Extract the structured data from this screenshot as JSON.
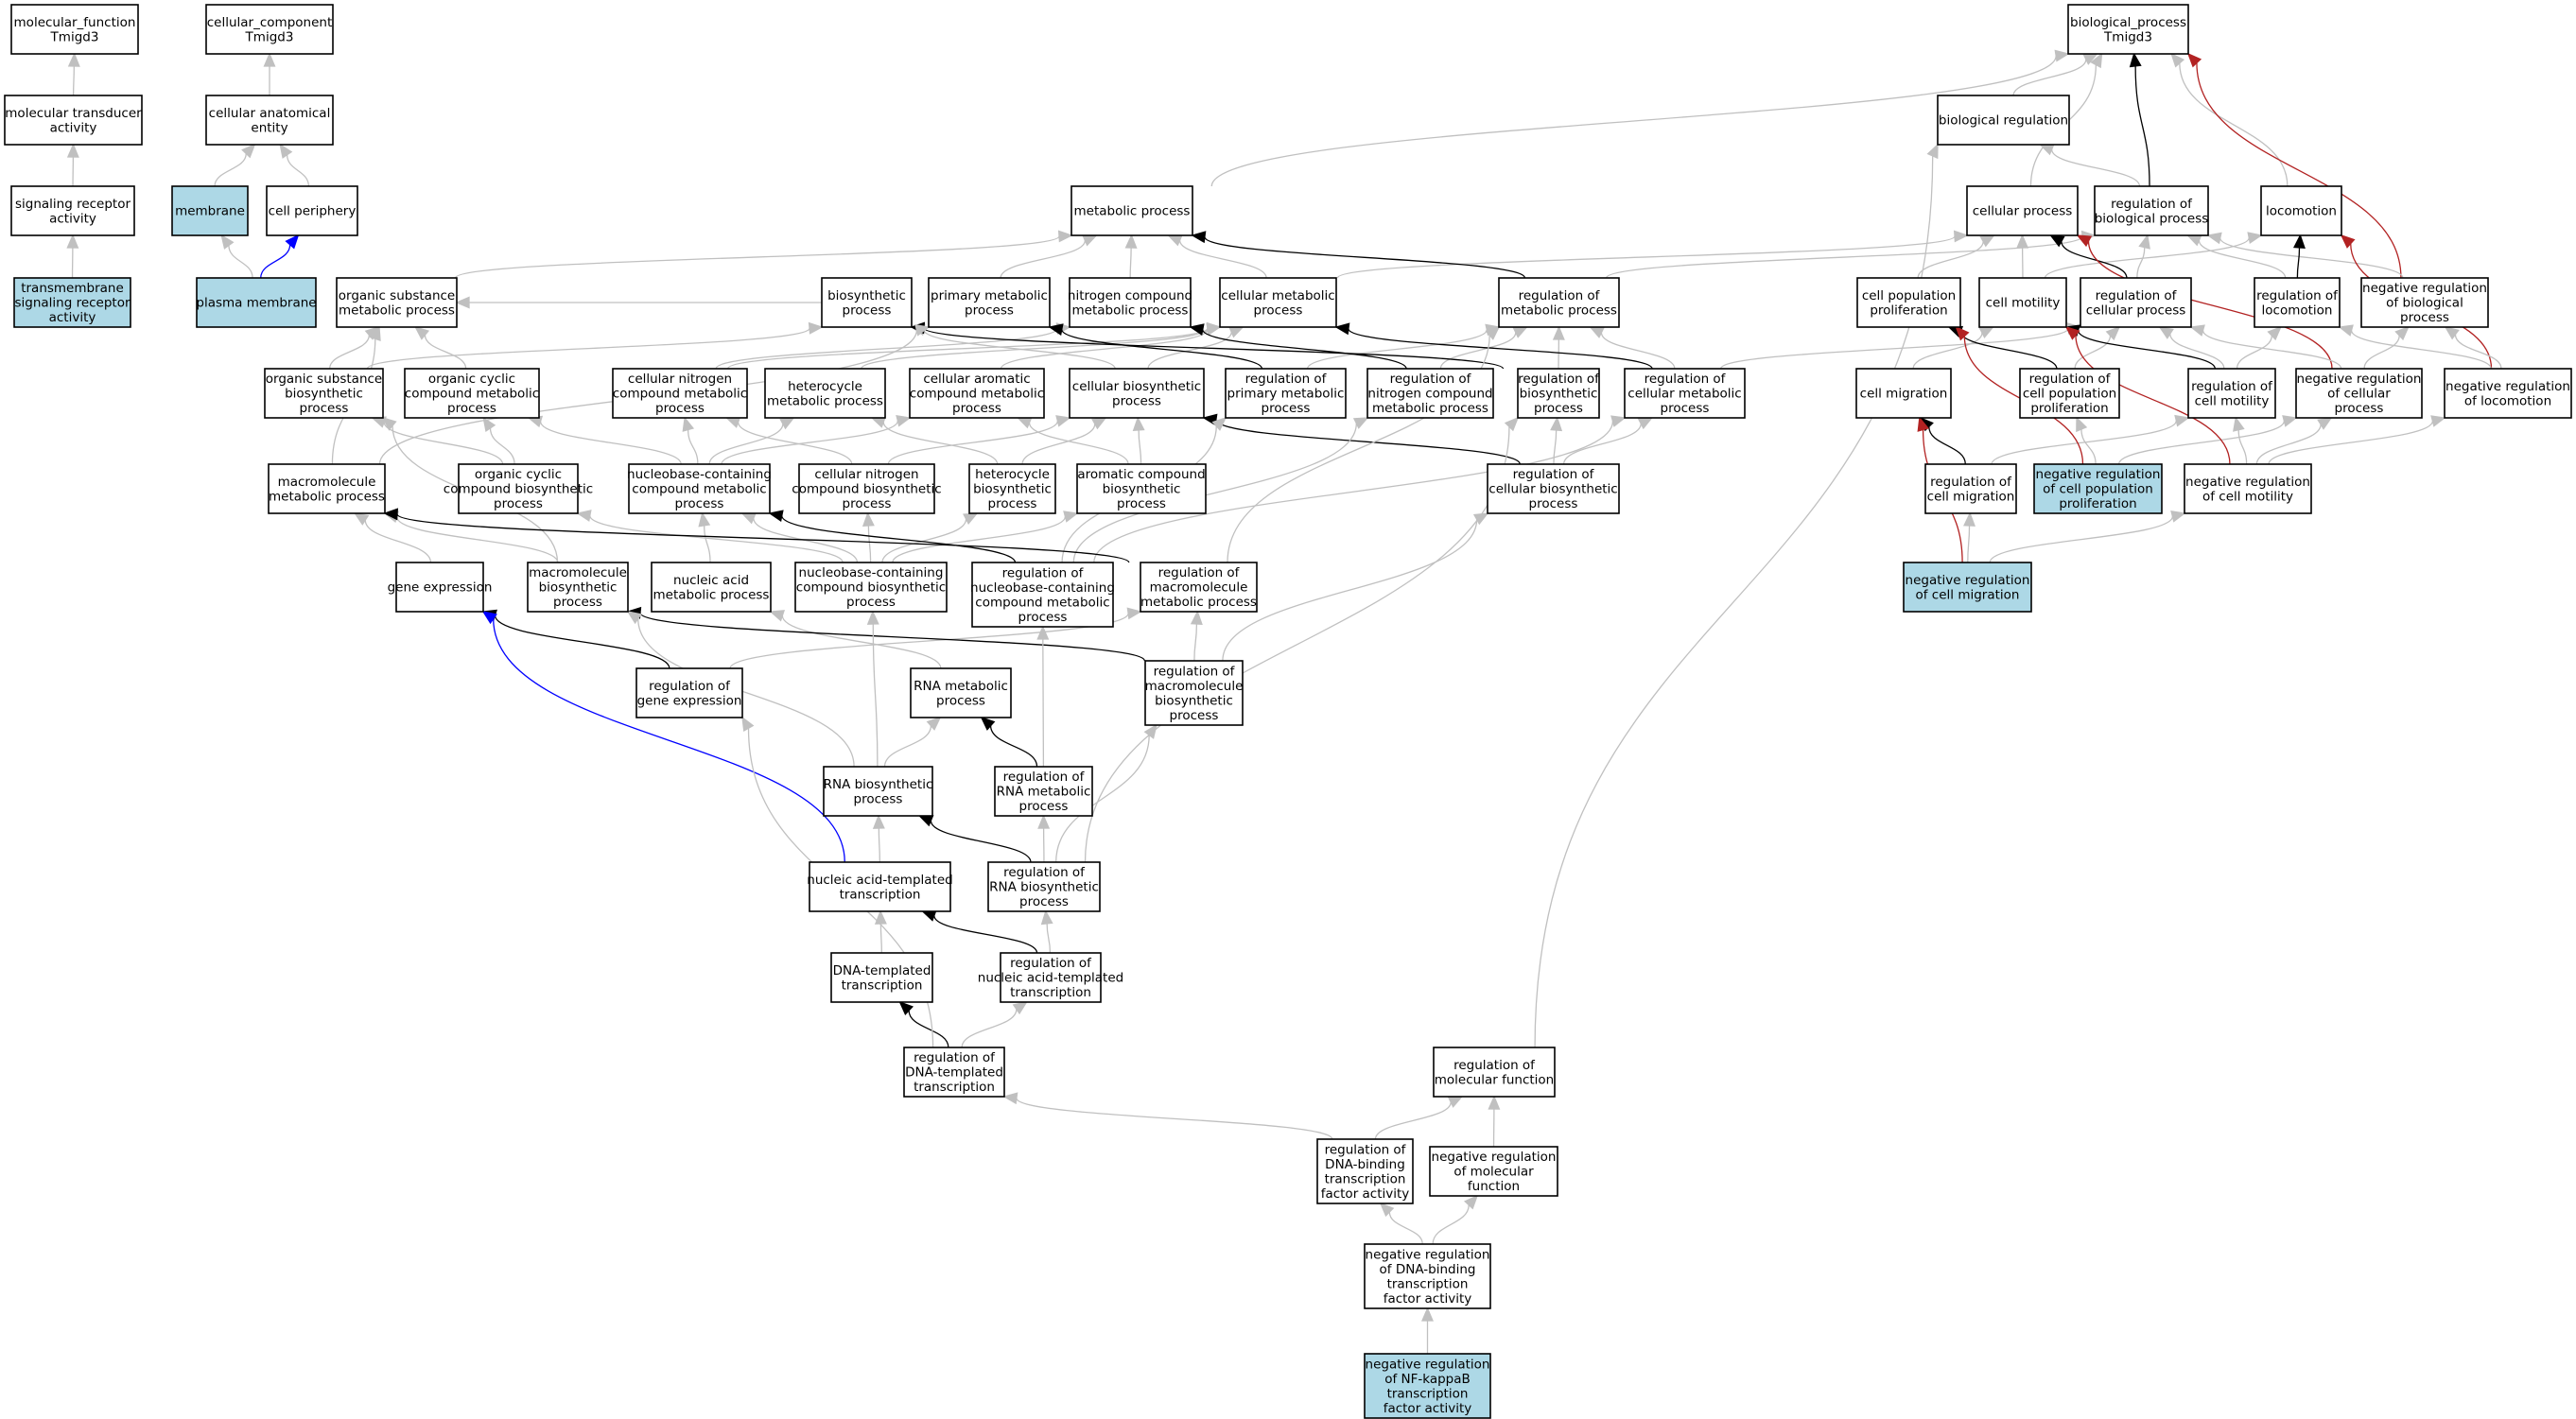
{
  "colors": {
    "highlight_fill": "#add8e6",
    "normal_fill": "#ffffff",
    "is_a_edge": "#c0c0c0",
    "regulates_edge": "#000000",
    "negatively_regulates_edge": "#b22222",
    "part_of_edge": "#0000ff"
  },
  "nodes": {
    "mf_root": [
      "molecular_function",
      "Tmigd3"
    ],
    "cc_root": [
      "cellular_component",
      "Tmigd3"
    ],
    "bp_root": [
      "biological_process",
      "Tmigd3"
    ],
    "mol_transducer": [
      "molecular transducer",
      "activity"
    ],
    "sig_receptor": [
      "signaling receptor",
      "activity"
    ],
    "tm_sig_receptor": [
      "transmembrane",
      "signaling receptor",
      "activity"
    ],
    "cell_anat_entity": [
      "cellular anatomical",
      "entity"
    ],
    "membrane": [
      "membrane"
    ],
    "cell_periphery": [
      "cell periphery"
    ],
    "plasma_membrane": [
      "plasma membrane"
    ],
    "bio_reg": [
      "biological regulation"
    ],
    "metabolic_process": [
      "metabolic process"
    ],
    "cellular_process": [
      "cellular process"
    ],
    "reg_bio_process": [
      "regulation of",
      "biological process"
    ],
    "locomotion": [
      "locomotion"
    ],
    "org_subst_met": [
      "organic substance",
      "metabolic process"
    ],
    "biosynthetic": [
      "biosynthetic",
      "process"
    ],
    "primary_met": [
      "primary metabolic",
      "process"
    ],
    "nitrogen_comp_met": [
      "nitrogen compound",
      "metabolic process"
    ],
    "cellular_met": [
      "cellular metabolic",
      "process"
    ],
    "reg_met": [
      "regulation of",
      "metabolic process"
    ],
    "cell_pop_prolif": [
      "cell population",
      "proliferation"
    ],
    "cell_motility": [
      "cell motility"
    ],
    "reg_cell_process": [
      "regulation of",
      "cellular process"
    ],
    "reg_locomotion": [
      "regulation of",
      "locomotion"
    ],
    "neg_reg_bio_process": [
      "negative regulation",
      "of biological",
      "process"
    ],
    "org_subst_biosyn": [
      "organic substance",
      "biosynthetic",
      "process"
    ],
    "org_cyclic_met": [
      "organic cyclic",
      "compound metabolic",
      "process"
    ],
    "cell_nitrogen_met": [
      "cellular nitrogen",
      "compound metabolic",
      "process"
    ],
    "heterocycle_met": [
      "heterocycle",
      "metabolic process"
    ],
    "cell_aromatic_met": [
      "cellular aromatic",
      "compound metabolic",
      "process"
    ],
    "cell_biosyn": [
      "cellular biosynthetic",
      "process"
    ],
    "reg_primary_met": [
      "regulation of",
      "primary metabolic",
      "process"
    ],
    "reg_nitrogen_met": [
      "regulation of",
      "nitrogen compound",
      "metabolic process"
    ],
    "reg_biosyn": [
      "regulation of",
      "biosynthetic",
      "process"
    ],
    "reg_cell_met": [
      "regulation of",
      "cellular metabolic",
      "process"
    ],
    "cell_migration": [
      "cell migration"
    ],
    "reg_cell_pop_prolif": [
      "regulation of",
      "cell population",
      "proliferation"
    ],
    "reg_cell_motility": [
      "regulation of",
      "cell motility"
    ],
    "neg_reg_cell_process": [
      "negative regulation",
      "of cellular",
      "process"
    ],
    "neg_reg_locomotion": [
      "negative regulation",
      "of locomotion"
    ],
    "macromol_met": [
      "macromolecule",
      "metabolic process"
    ],
    "org_cyclic_biosyn": [
      "organic cyclic",
      "compound biosynthetic",
      "process"
    ],
    "nucleobase_met": [
      "nucleobase-containing",
      "compound metabolic",
      "process"
    ],
    "cell_nitrogen_biosyn": [
      "cellular nitrogen",
      "compound biosynthetic",
      "process"
    ],
    "heterocycle_biosyn": [
      "heterocycle",
      "biosynthetic",
      "process"
    ],
    "aromatic_biosyn": [
      "aromatic compound",
      "biosynthetic",
      "process"
    ],
    "reg_cell_biosyn": [
      "regulation of",
      "cellular biosynthetic",
      "process"
    ],
    "reg_cell_migration": [
      "regulation of",
      "cell migration"
    ],
    "neg_reg_cell_pop_prolif": [
      "negative regulation",
      "of cell population",
      "proliferation"
    ],
    "neg_reg_cell_motility": [
      "negative regulation",
      "of cell motility"
    ],
    "gene_expression": [
      "gene expression"
    ],
    "macromol_biosyn": [
      "macromolecule",
      "biosynthetic",
      "process"
    ],
    "nucleic_acid_met": [
      "nucleic acid",
      "metabolic process"
    ],
    "nucleobase_biosyn": [
      "nucleobase-containing",
      "compound biosynthetic",
      "process"
    ],
    "reg_nucleobase_met": [
      "regulation of",
      "nucleobase-containing",
      "compound metabolic",
      "process"
    ],
    "reg_macromol_met": [
      "regulation of",
      "macromolecule",
      "metabolic process"
    ],
    "neg_reg_cell_migration": [
      "negative regulation",
      "of cell migration"
    ],
    "reg_gene_expression": [
      "regulation of",
      "gene expression"
    ],
    "rna_met": [
      "RNA metabolic",
      "process"
    ],
    "reg_macromol_biosyn": [
      "regulation of",
      "macromolecule",
      "biosynthetic",
      "process"
    ],
    "rna_biosyn": [
      "RNA biosynthetic",
      "process"
    ],
    "reg_rna_met": [
      "regulation of",
      "RNA metabolic",
      "process"
    ],
    "na_templated_tx": [
      "nucleic acid-templated",
      "transcription"
    ],
    "reg_rna_biosyn": [
      "regulation of",
      "RNA biosynthetic",
      "process"
    ],
    "dna_templated_tx": [
      "DNA-templated",
      "transcription"
    ],
    "reg_na_templated_tx": [
      "regulation of",
      "nucleic acid-templated",
      "transcription"
    ],
    "reg_dna_templated_tx": [
      "regulation of",
      "DNA-templated",
      "transcription"
    ],
    "reg_mol_function": [
      "regulation of",
      "molecular function"
    ],
    "reg_dna_binding_tf": [
      "regulation of",
      "DNA-binding",
      "transcription",
      "factor activity"
    ],
    "neg_reg_mol_function": [
      "negative regulation",
      "of molecular",
      "function"
    ],
    "neg_reg_dna_binding_tf": [
      "negative regulation",
      "of DNA-binding",
      "transcription",
      "factor activity"
    ],
    "neg_reg_nfkb_tf": [
      "negative regulation",
      "of NF-kappaB",
      "transcription",
      "factor activity"
    ]
  },
  "highlighted": [
    "tm_sig_receptor",
    "membrane",
    "plasma_membrane",
    "neg_reg_cell_pop_prolif",
    "neg_reg_cell_migration",
    "neg_reg_nfkb_tf"
  ],
  "edges": [
    [
      "mol_transducer",
      "mf_root",
      "is_a"
    ],
    [
      "sig_receptor",
      "mol_transducer",
      "is_a"
    ],
    [
      "tm_sig_receptor",
      "sig_receptor",
      "is_a"
    ],
    [
      "cell_anat_entity",
      "cc_root",
      "is_a"
    ],
    [
      "membrane",
      "cell_anat_entity",
      "is_a"
    ],
    [
      "cell_periphery",
      "cell_anat_entity",
      "is_a"
    ],
    [
      "plasma_membrane",
      "membrane",
      "is_a"
    ],
    [
      "plasma_membrane",
      "cell_periphery",
      "part_of"
    ],
    [
      "bio_reg",
      "bp_root",
      "is_a"
    ],
    [
      "metabolic_process",
      "bp_root",
      "is_a"
    ],
    [
      "cellular_process",
      "bp_root",
      "is_a"
    ],
    [
      "reg_bio_process",
      "bp_root",
      "regulates"
    ],
    [
      "reg_bio_process",
      "bio_reg",
      "is_a"
    ],
    [
      "locomotion",
      "bp_root",
      "is_a"
    ],
    [
      "neg_reg_bio_process",
      "bp_root",
      "negatively_regulates"
    ],
    [
      "neg_reg_bio_process",
      "reg_bio_process",
      "is_a"
    ],
    [
      "org_subst_met",
      "metabolic_process",
      "is_a"
    ],
    [
      "primary_met",
      "metabolic_process",
      "is_a"
    ],
    [
      "nitrogen_comp_met",
      "metabolic_process",
      "is_a"
    ],
    [
      "cellular_met",
      "metabolic_process",
      "is_a"
    ],
    [
      "cellular_met",
      "cellular_process",
      "is_a"
    ],
    [
      "reg_met",
      "metabolic_process",
      "regulates"
    ],
    [
      "reg_met",
      "reg_bio_process",
      "is_a"
    ],
    [
      "cell_pop_prolif",
      "cellular_process",
      "is_a"
    ],
    [
      "cell_motility",
      "cellular_process",
      "is_a"
    ],
    [
      "cell_motility",
      "locomotion",
      "is_a"
    ],
    [
      "reg_cell_process",
      "cellular_process",
      "regulates"
    ],
    [
      "reg_cell_process",
      "reg_bio_process",
      "is_a"
    ],
    [
      "reg_locomotion",
      "locomotion",
      "regulates"
    ],
    [
      "reg_locomotion",
      "reg_bio_process",
      "is_a"
    ],
    [
      "biosynthetic",
      "org_subst_met",
      "is_a"
    ],
    [
      "org_subst_biosyn",
      "org_subst_met",
      "is_a"
    ],
    [
      "org_subst_biosyn",
      "biosynthetic",
      "is_a"
    ],
    [
      "org_cyclic_met",
      "org_subst_met",
      "is_a"
    ],
    [
      "cell_nitrogen_met",
      "nitrogen_comp_met",
      "is_a"
    ],
    [
      "cell_nitrogen_met",
      "cellular_met",
      "is_a"
    ],
    [
      "heterocycle_met",
      "cellular_met",
      "is_a"
    ],
    [
      "cell_aromatic_met",
      "cellular_met",
      "is_a"
    ],
    [
      "cell_biosyn",
      "biosynthetic",
      "is_a"
    ],
    [
      "cell_biosyn",
      "cellular_met",
      "is_a"
    ],
    [
      "reg_primary_met",
      "primary_met",
      "regulates"
    ],
    [
      "reg_primary_met",
      "reg_met",
      "is_a"
    ],
    [
      "reg_nitrogen_met",
      "nitrogen_comp_met",
      "regulates"
    ],
    [
      "reg_nitrogen_met",
      "reg_met",
      "is_a"
    ],
    [
      "reg_biosyn",
      "biosynthetic",
      "regulates"
    ],
    [
      "reg_biosyn",
      "reg_met",
      "is_a"
    ],
    [
      "reg_cell_met",
      "cellular_met",
      "regulates"
    ],
    [
      "reg_cell_met",
      "reg_met",
      "is_a"
    ],
    [
      "reg_cell_met",
      "reg_cell_process",
      "is_a"
    ],
    [
      "cell_migration",
      "cell_motility",
      "is_a"
    ],
    [
      "reg_cell_pop_prolif",
      "cell_pop_prolif",
      "regulates"
    ],
    [
      "reg_cell_pop_prolif",
      "reg_cell_process",
      "is_a"
    ],
    [
      "reg_cell_motility",
      "cell_motility",
      "regulates"
    ],
    [
      "reg_cell_motility",
      "reg_cell_process",
      "is_a"
    ],
    [
      "reg_cell_motility",
      "reg_locomotion",
      "is_a"
    ],
    [
      "neg_reg_cell_process",
      "cellular_process",
      "negatively_regulates"
    ],
    [
      "neg_reg_cell_process",
      "reg_cell_process",
      "is_a"
    ],
    [
      "neg_reg_cell_process",
      "neg_reg_bio_process",
      "is_a"
    ],
    [
      "neg_reg_locomotion",
      "locomotion",
      "negatively_regulates"
    ],
    [
      "neg_reg_locomotion",
      "reg_locomotion",
      "is_a"
    ],
    [
      "neg_reg_locomotion",
      "neg_reg_bio_process",
      "is_a"
    ],
    [
      "macromol_met",
      "org_subst_met",
      "is_a"
    ],
    [
      "macromol_met",
      "primary_met",
      "is_a"
    ],
    [
      "org_cyclic_biosyn",
      "org_cyclic_met",
      "is_a"
    ],
    [
      "org_cyclic_biosyn",
      "org_subst_biosyn",
      "is_a"
    ],
    [
      "nucleobase_met",
      "org_cyclic_met",
      "is_a"
    ],
    [
      "nucleobase_met",
      "cell_nitrogen_met",
      "is_a"
    ],
    [
      "nucleobase_met",
      "heterocycle_met",
      "is_a"
    ],
    [
      "nucleobase_met",
      "cell_aromatic_met",
      "is_a"
    ],
    [
      "cell_nitrogen_biosyn",
      "cell_nitrogen_met",
      "is_a"
    ],
    [
      "cell_nitrogen_biosyn",
      "cell_biosyn",
      "is_a"
    ],
    [
      "heterocycle_biosyn",
      "heterocycle_met",
      "is_a"
    ],
    [
      "heterocycle_biosyn",
      "cell_biosyn",
      "is_a"
    ],
    [
      "aromatic_biosyn",
      "cell_aromatic_met",
      "is_a"
    ],
    [
      "aromatic_biosyn",
      "cell_biosyn",
      "is_a"
    ],
    [
      "reg_cell_biosyn",
      "cell_biosyn",
      "regulates"
    ],
    [
      "reg_cell_biosyn",
      "reg_biosyn",
      "is_a"
    ],
    [
      "reg_cell_biosyn",
      "reg_cell_met",
      "is_a"
    ],
    [
      "reg_cell_migration",
      "cell_migration",
      "regulates"
    ],
    [
      "reg_cell_migration",
      "reg_cell_motility",
      "is_a"
    ],
    [
      "neg_reg_cell_pop_prolif",
      "cell_pop_prolif",
      "negatively_regulates"
    ],
    [
      "neg_reg_cell_pop_prolif",
      "reg_cell_pop_prolif",
      "is_a"
    ],
    [
      "neg_reg_cell_pop_prolif",
      "neg_reg_cell_process",
      "is_a"
    ],
    [
      "neg_reg_cell_motility",
      "cell_motility",
      "negatively_regulates"
    ],
    [
      "neg_reg_cell_motility",
      "reg_cell_motility",
      "is_a"
    ],
    [
      "neg_reg_cell_motility",
      "neg_reg_cell_process",
      "is_a"
    ],
    [
      "neg_reg_cell_motility",
      "neg_reg_locomotion",
      "is_a"
    ],
    [
      "gene_expression",
      "macromol_met",
      "is_a"
    ],
    [
      "macromol_biosyn",
      "macromol_met",
      "is_a"
    ],
    [
      "macromol_biosyn",
      "org_subst_biosyn",
      "is_a"
    ],
    [
      "nucleic_acid_met",
      "nucleobase_met",
      "is_a"
    ],
    [
      "nucleobase_biosyn",
      "nucleobase_met",
      "is_a"
    ],
    [
      "nucleobase_biosyn",
      "org_cyclic_biosyn",
      "is_a"
    ],
    [
      "nucleobase_biosyn",
      "cell_nitrogen_biosyn",
      "is_a"
    ],
    [
      "nucleobase_biosyn",
      "heterocycle_biosyn",
      "is_a"
    ],
    [
      "nucleobase_biosyn",
      "aromatic_biosyn",
      "is_a"
    ],
    [
      "reg_nucleobase_met",
      "nucleobase_met",
      "regulates"
    ],
    [
      "reg_nucleobase_met",
      "reg_primary_met",
      "is_a"
    ],
    [
      "reg_nucleobase_met",
      "reg_nitrogen_met",
      "is_a"
    ],
    [
      "reg_nucleobase_met",
      "reg_cell_met",
      "is_a"
    ],
    [
      "reg_macromol_met",
      "macromol_met",
      "regulates"
    ],
    [
      "reg_macromol_met",
      "reg_met",
      "is_a"
    ],
    [
      "neg_reg_cell_migration",
      "cell_migration",
      "negatively_regulates"
    ],
    [
      "neg_reg_cell_migration",
      "reg_cell_migration",
      "is_a"
    ],
    [
      "neg_reg_cell_migration",
      "neg_reg_cell_motility",
      "is_a"
    ],
    [
      "reg_gene_expression",
      "gene_expression",
      "regulates"
    ],
    [
      "reg_gene_expression",
      "reg_macromol_met",
      "is_a"
    ],
    [
      "rna_met",
      "nucleic_acid_met",
      "is_a"
    ],
    [
      "reg_macromol_biosyn",
      "macromol_biosyn",
      "regulates"
    ],
    [
      "reg_macromol_biosyn",
      "reg_macromol_met",
      "is_a"
    ],
    [
      "reg_macromol_biosyn",
      "reg_cell_biosyn",
      "is_a"
    ],
    [
      "rna_biosyn",
      "rna_met",
      "is_a"
    ],
    [
      "rna_biosyn",
      "nucleobase_biosyn",
      "is_a"
    ],
    [
      "rna_biosyn",
      "macromol_biosyn",
      "is_a"
    ],
    [
      "reg_rna_met",
      "rna_met",
      "regulates"
    ],
    [
      "reg_rna_met",
      "reg_nucleobase_met",
      "is_a"
    ],
    [
      "na_templated_tx",
      "rna_biosyn",
      "is_a"
    ],
    [
      "na_templated_tx",
      "gene_expression",
      "part_of"
    ],
    [
      "reg_rna_biosyn",
      "rna_biosyn",
      "regulates"
    ],
    [
      "reg_rna_biosyn",
      "reg_rna_met",
      "is_a"
    ],
    [
      "reg_rna_biosyn",
      "reg_macromol_biosyn",
      "is_a"
    ],
    [
      "reg_rna_biosyn",
      "reg_biosyn",
      "is_a"
    ],
    [
      "dna_templated_tx",
      "na_templated_tx",
      "is_a"
    ],
    [
      "reg_na_templated_tx",
      "na_templated_tx",
      "regulates"
    ],
    [
      "reg_na_templated_tx",
      "reg_rna_biosyn",
      "is_a"
    ],
    [
      "reg_dna_templated_tx",
      "dna_templated_tx",
      "regulates"
    ],
    [
      "reg_dna_templated_tx",
      "reg_na_templated_tx",
      "is_a"
    ],
    [
      "reg_dna_templated_tx",
      "reg_gene_expression",
      "is_a"
    ],
    [
      "reg_mol_function",
      "bio_reg",
      "is_a"
    ],
    [
      "reg_dna_binding_tf",
      "reg_mol_function",
      "is_a"
    ],
    [
      "reg_dna_binding_tf",
      "reg_dna_templated_tx",
      "is_a"
    ],
    [
      "neg_reg_mol_function",
      "reg_mol_function",
      "is_a"
    ],
    [
      "neg_reg_dna_binding_tf",
      "reg_dna_binding_tf",
      "is_a"
    ],
    [
      "neg_reg_dna_binding_tf",
      "neg_reg_mol_function",
      "is_a"
    ],
    [
      "neg_reg_nfkb_tf",
      "neg_reg_dna_binding_tf",
      "is_a"
    ]
  ]
}
